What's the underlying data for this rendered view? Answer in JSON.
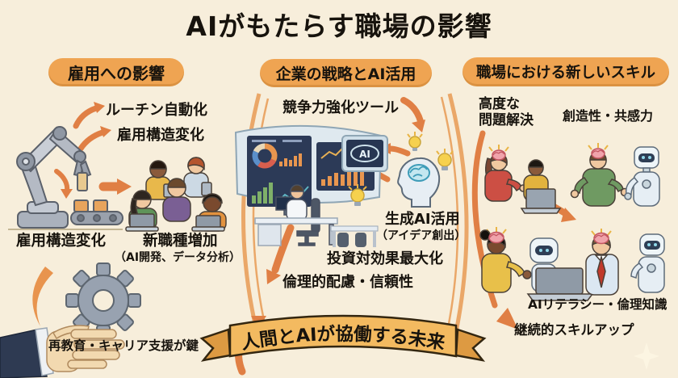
{
  "title": "AIがもたらす職場の影響",
  "banner": {
    "text": "人間とAIが協働する未来"
  },
  "sections": {
    "employment": {
      "badge": "雇用への影響",
      "routine_automation": "ルーチン自動化",
      "structure_change_top": "雇用構造変化",
      "structure_change_bottom": "雇用構造変化",
      "new_jobs": "新職種増加",
      "new_jobs_sub": "（AI開発、データ分析）",
      "reeducation_key": "再教育・キャリア支援が鍵"
    },
    "strategy": {
      "badge": "企業の戦略とAI活用",
      "competitive_tool": "競争力強化ツール",
      "ai_label": "AI",
      "generative_ai": "生成AI活用",
      "generative_ai_sub": "（アイデア創出）",
      "roi_max": "投資対効果最大化",
      "ethics_reliability": "倫理的配慮・信頼性"
    },
    "skills": {
      "badge": "職場における新しいスキル",
      "problem_solving_line1": "高度な",
      "problem_solving_line2": "問題解決",
      "creativity_empathy": "創造性・共感力",
      "ai_literacy": "AIリテラシー・倫理知識",
      "continuous_skillup": "継続的スキルアップ"
    }
  },
  "colors": {
    "background": "#f7eedb",
    "badge": "#efa452",
    "arrow": "#e07f44",
    "banner": "#f3ba60",
    "text": "#17130d"
  }
}
